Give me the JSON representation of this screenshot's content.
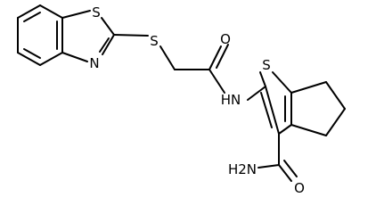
{
  "molecule": {
    "atoms": {
      "s_benzothiazole": "S",
      "n_benzothiazole": "N",
      "s_thioether": "S",
      "o_acetamide": "O",
      "nh_amide": "HN",
      "s_thiophene": "S",
      "nh2_carboxamide": "H2N",
      "o_carboxamide": "O"
    }
  }
}
